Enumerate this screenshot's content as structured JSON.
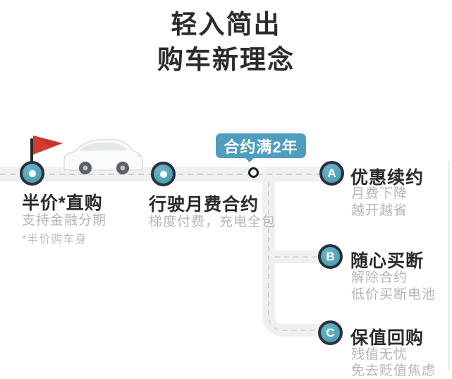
{
  "title": {
    "line1": "轻入简出",
    "line2": "购车新理念"
  },
  "timeline": {
    "milestone_badge": "合约满2年",
    "start": {
      "label": "半价*直购",
      "sub1": "支持金融分期",
      "sub2": "*半价购车身"
    },
    "middle": {
      "label": "行驶月费合约",
      "sub1": "梯度付费，充电全包"
    },
    "branches": [
      {
        "key": "A",
        "label": "优惠续约",
        "sub1": "月费下降",
        "sub2": "越开越省"
      },
      {
        "key": "B",
        "label": "随心买断",
        "sub1": "解除合约",
        "sub2": "低价买断电池"
      },
      {
        "key": "C",
        "label": "保值回购",
        "sub1": "残值无忧",
        "sub2": "免去贬值焦虑"
      }
    ]
  },
  "icons": {
    "flag": "flag-icon",
    "car": "suv-car-illustration"
  },
  "colors": {
    "node_teal": "#55a4ba",
    "node_border": "#27323c",
    "badge_blue": "#4f9ec0",
    "road_gray": "#eef0f2",
    "dash_gray": "#cdd2d6",
    "flag_red": "#d23b31",
    "heading_text": "#2a2a2a",
    "sub_text": "#b4b6b8"
  }
}
